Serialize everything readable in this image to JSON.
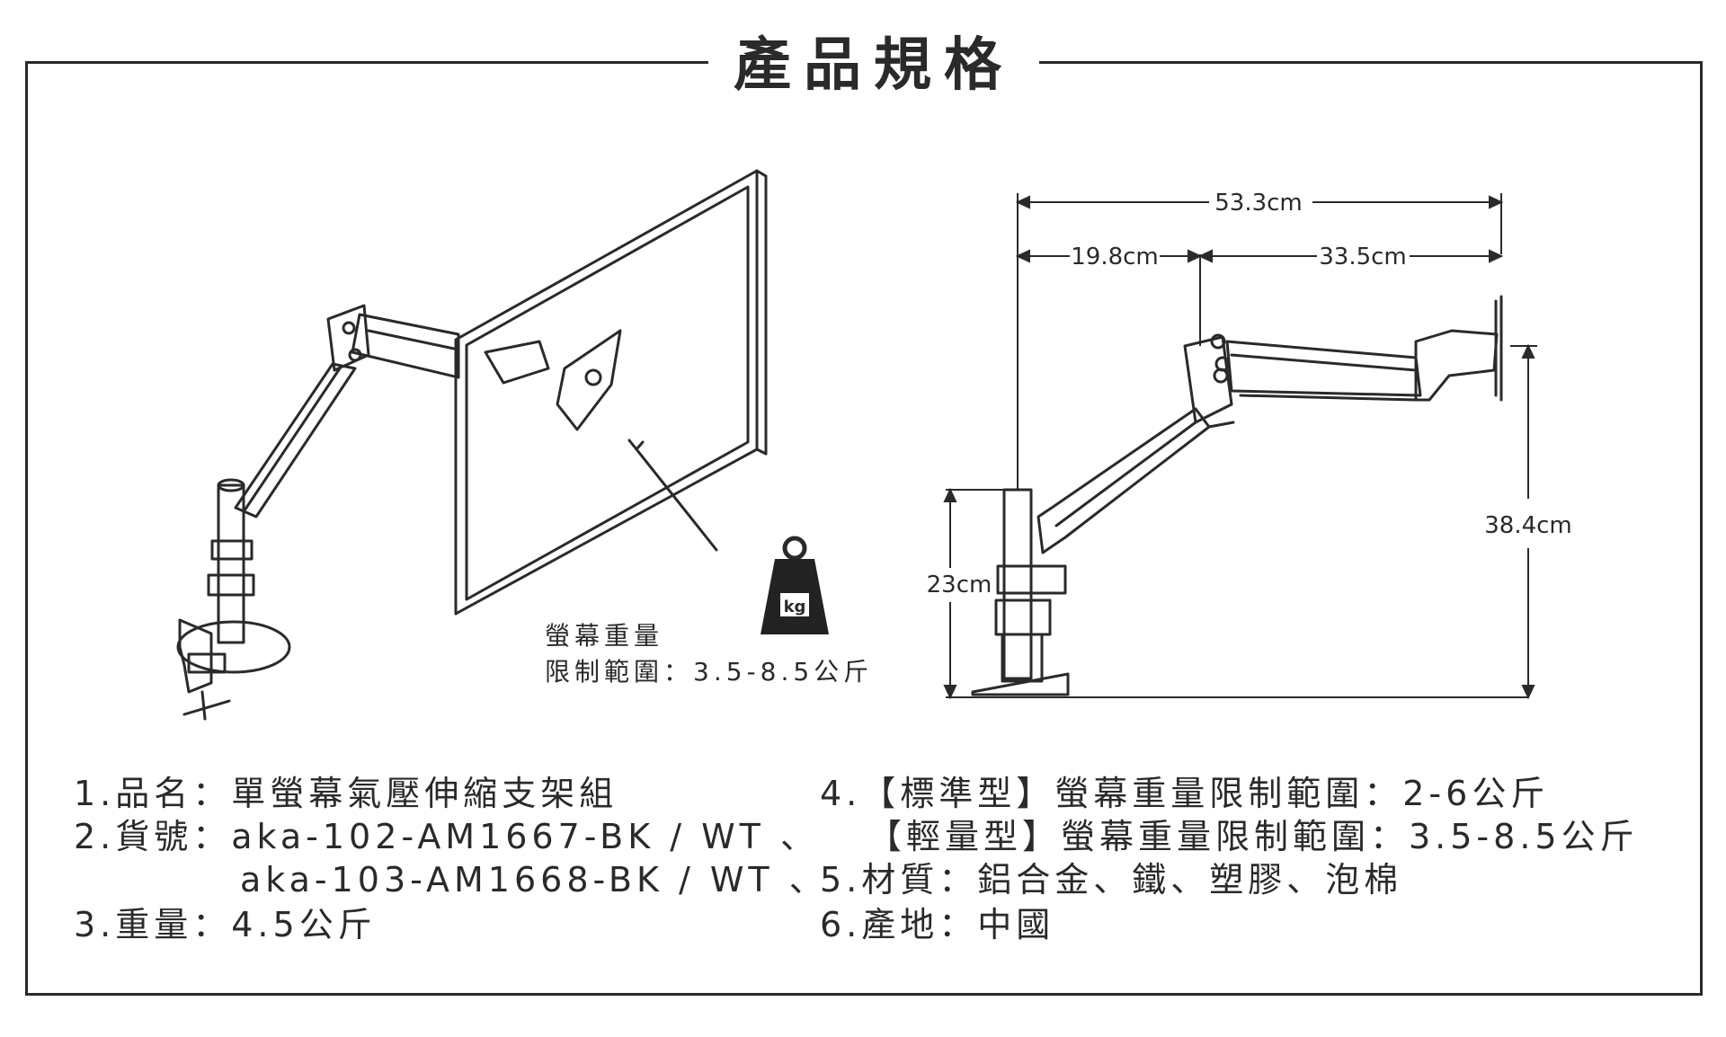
{
  "header": {
    "title": "產品規格"
  },
  "diagram": {
    "weight_label_line1": "螢幕重量",
    "weight_label_line2": "限制範圍：3.5-8.5公斤",
    "weight_icon_text": "kg",
    "dim_total_width": "53.3cm",
    "dim_left_width": "19.8cm",
    "dim_right_width": "33.5cm",
    "dim_max_height": "38.4cm",
    "dim_pole_height": "23cm"
  },
  "specs": {
    "left": [
      "1.品名：單螢幕氣壓伸縮支架組",
      "2.貨號：aka-102-AM1667-BK / WT 、",
      "aka-103-AM1668-BK / WT 、",
      "3.重量：4.5公斤"
    ],
    "right": [
      "4.【標準型】螢幕重量限制範圍：2-6公斤",
      "【輕量型】螢幕重量限制範圍：3.5-8.5公斤",
      "5.材質：鋁合金、鐵、塑膠、泡棉",
      "6.產地：中國"
    ]
  }
}
